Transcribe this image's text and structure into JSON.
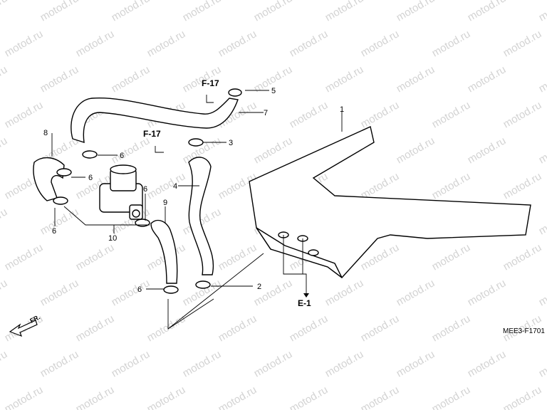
{
  "watermark": "motod.ru",
  "diagram_code": "MEE3-F1701",
  "front_label": "FR.",
  "refs": {
    "f17_top": "F-17",
    "f17_mid": "F-17",
    "e1": "E-1"
  },
  "callouts": [
    {
      "id": "1",
      "part": "cover"
    },
    {
      "id": "2",
      "part": "hose-clamp"
    },
    {
      "id": "3",
      "part": "hose-clamp"
    },
    {
      "id": "4",
      "part": "pair-hose-b"
    },
    {
      "id": "5",
      "part": "hose-clamp"
    },
    {
      "id": "6",
      "part": "hose-clamp"
    },
    {
      "id": "6",
      "part": "hose-clamp"
    },
    {
      "id": "6",
      "part": "hose-clamp"
    },
    {
      "id": "6",
      "part": "hose-clamp"
    },
    {
      "id": "6",
      "part": "hose-clamp"
    },
    {
      "id": "7",
      "part": "pair-hose-a"
    },
    {
      "id": "8",
      "part": "air-inlet-hose"
    },
    {
      "id": "9",
      "part": "pair-hose-c"
    },
    {
      "id": "10",
      "part": "pair-control-valve"
    }
  ]
}
